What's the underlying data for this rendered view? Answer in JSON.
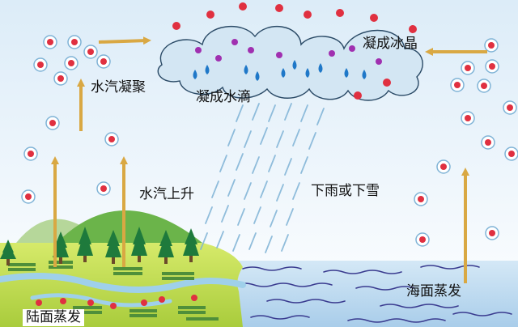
{
  "labels": {
    "vapor_condense": "水汽凝聚",
    "condense_droplets": "凝成水滴",
    "condense_ice": "凝成冰晶",
    "vapor_rise": "水汽上升",
    "rain_snow": "下雨或下雪",
    "sea_evaporation": "海面蒸发",
    "land_evaporation": "陆面蒸发"
  },
  "colors": {
    "sky_top": "#dfeef8",
    "sky_bottom": "#ffffff",
    "arrow": "#d9a843",
    "particle_red": "#e03040",
    "particle_purple": "#a030b0",
    "raindrop": "#1f78c8",
    "cloud": "#d3e6f3",
    "sea": "#bfdbf0",
    "sea_wave": "#3a3b8f",
    "land": "#c8e060",
    "hill": "#6bb44a",
    "tree": "#1e7a3c"
  }
}
